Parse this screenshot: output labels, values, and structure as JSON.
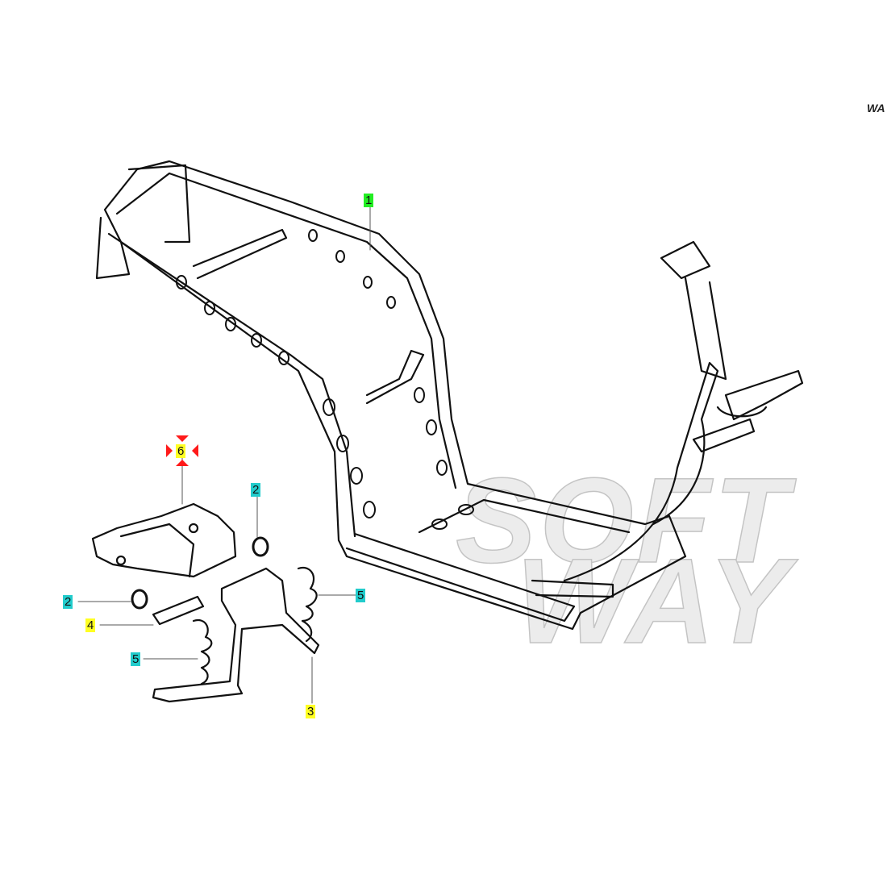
{
  "diagram": {
    "watermark": [
      "SOFT",
      "WAY"
    ],
    "brand_mark": "WA",
    "colors": {
      "main_part": "#22ee22",
      "accessory_part": "#22cccc",
      "stand_part": "#ffff22",
      "selected_marker": "#ff1a1a"
    },
    "callouts": [
      {
        "id": "1",
        "label": "1",
        "type": "main_part"
      },
      {
        "id": "2a",
        "label": "2",
        "type": "accessory_part"
      },
      {
        "id": "2b",
        "label": "2",
        "type": "accessory_part"
      },
      {
        "id": "3",
        "label": "3",
        "type": "stand_part"
      },
      {
        "id": "4",
        "label": "4",
        "type": "stand_part"
      },
      {
        "id": "5a",
        "label": "5",
        "type": "accessory_part"
      },
      {
        "id": "5b",
        "label": "5",
        "type": "accessory_part"
      },
      {
        "id": "6",
        "label": "6",
        "type": "stand_part",
        "selected": true
      }
    ]
  }
}
